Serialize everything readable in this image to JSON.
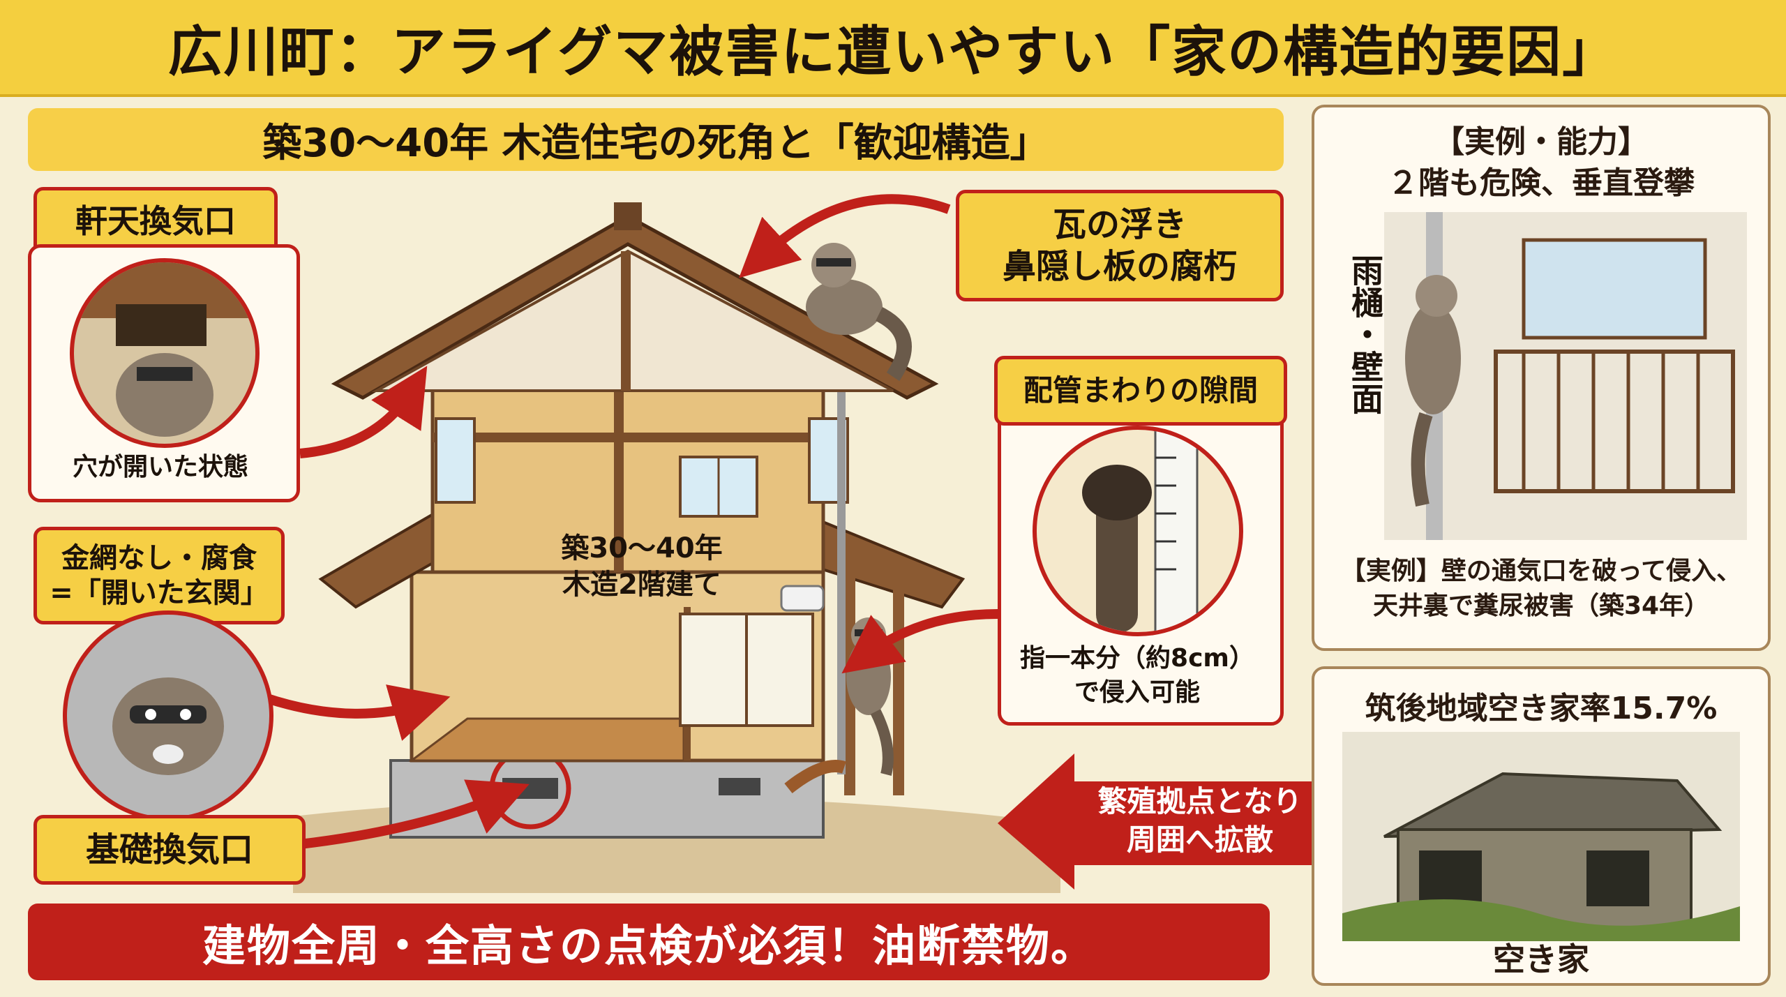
{
  "title": "広川町：アライグマ被害に遭いやすい「家の構造的要因」",
  "subtitle": "築30〜40年 木造住宅の死角と「歓迎構造」",
  "callouts": {
    "eave_vent": {
      "label": "軒天換気口",
      "caption": "穴が開いた状態"
    },
    "no_mesh": {
      "label_line1": "金網なし・腐食",
      "label_line2": "=「開いた玄関」"
    },
    "foundation_vent": {
      "label": "基礎換気口"
    },
    "roof_tiles": {
      "line1": "瓦の浮き",
      "line2": "鼻隠し板の腐朽"
    },
    "pipe_gap": {
      "label": "配管まわりの隙間",
      "caption_line1": "指一本分（約8cm）",
      "caption_line2": "で侵入可能"
    },
    "breeding": {
      "line1": "繁殖拠点となり",
      "line2": "周囲へ拡散"
    }
  },
  "house": {
    "line1": "築30〜40年",
    "line2": "木造2階建て"
  },
  "bottom_banner": "建物全周・全高さの点検が必須！油断禁物。",
  "right_top": {
    "title_line1": "【実例・能力】",
    "title_line2": "２階も危険、垂直登攀",
    "vertical_label": "雨樋・壁面",
    "example_line1": "【実例】壁の通気口を破って侵入、",
    "example_line2": "天井裏で糞尿被害（築34年）"
  },
  "right_bottom": {
    "title": "筑後地域空き家率15.7%",
    "caption": "空き家"
  },
  "colors": {
    "accent_red": "#c0201a",
    "yellow": "#f4cf3f",
    "background": "#f6efd6"
  }
}
